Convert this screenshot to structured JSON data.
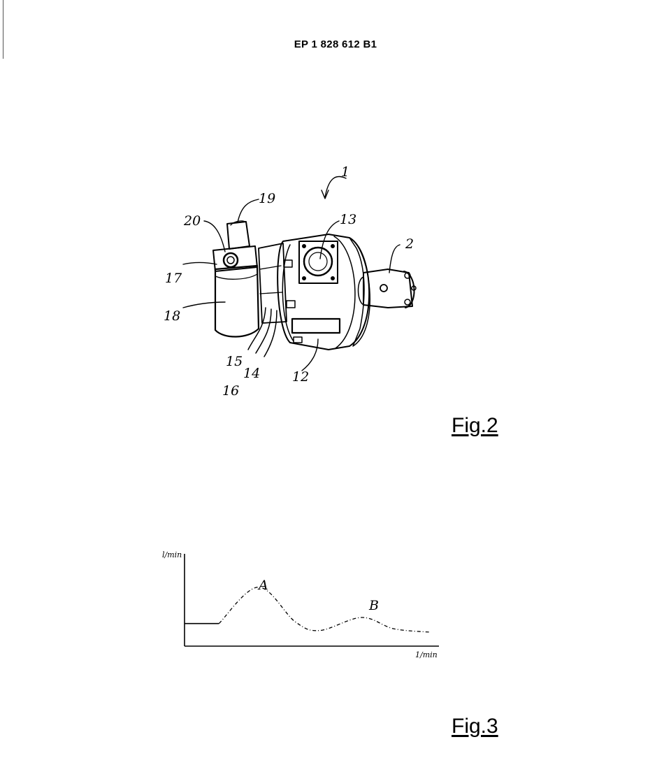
{
  "header": {
    "patent_number": "EP 1 828 612 B1"
  },
  "fig2": {
    "caption": "Fig.2",
    "labels": {
      "l1": "1",
      "l2": "2",
      "l12": "12",
      "l13": "13",
      "l14": "14",
      "l15": "15",
      "l16": "16",
      "l17": "17",
      "l18": "18",
      "l19": "19",
      "l20": "20"
    }
  },
  "fig3": {
    "caption": "Fig.3",
    "y_unit": "l/min",
    "x_unit": "1/min",
    "peak_a": "A",
    "peak_b": "B"
  },
  "chart_data": {
    "type": "line",
    "title": "",
    "xlabel": "1/min",
    "ylabel": "l/min",
    "series": [
      {
        "points": [
          [
            0,
            0.18
          ],
          [
            0.14,
            0.18
          ],
          [
            0.3,
            0.6
          ],
          [
            0.45,
            0.2
          ],
          [
            0.55,
            0.1
          ],
          [
            0.72,
            0.25
          ],
          [
            0.85,
            0.12
          ],
          [
            1,
            0.08
          ]
        ]
      }
    ],
    "annotations": [
      {
        "text": "A",
        "x": 0.3,
        "y": 0.6
      },
      {
        "text": "B",
        "x": 0.72,
        "y": 0.25
      }
    ]
  }
}
